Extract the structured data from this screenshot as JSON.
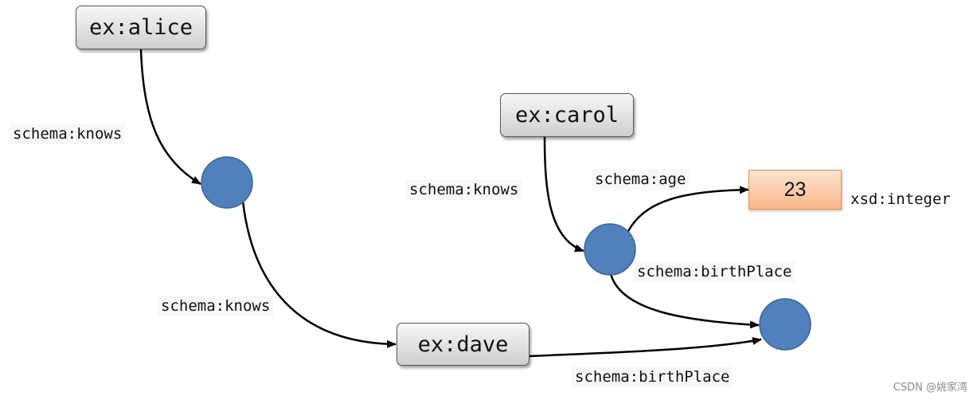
{
  "nodes": {
    "alice": "ex:alice",
    "carol": "ex:carol",
    "dave": "ex:dave",
    "literal_23": "23"
  },
  "edges": {
    "alice_knows_blank": "schema:knows",
    "blank_knows_dave": "schema:knows",
    "carol_knows_blank": "schema:knows",
    "blank_age": "schema:age",
    "blank_birthplace": "schema:birthPlace",
    "dave_birthplace": "schema:birthPlace"
  },
  "literal_datatype": "xsd:integer",
  "watermark": "CSDN @姚家湾",
  "colors": {
    "blank_node": "#4f81bd",
    "literal_fill": "#fbc79c",
    "edge": "#000000"
  }
}
